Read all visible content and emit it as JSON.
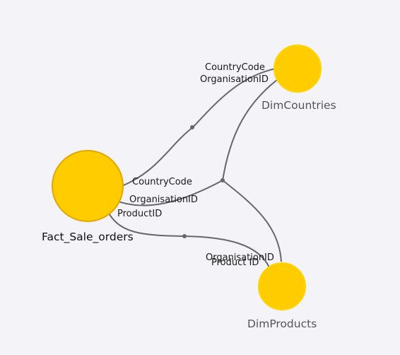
{
  "nodes": {
    "fact": {
      "label": "Fact_Sale_orders"
    },
    "countries": {
      "label": "DimCountries"
    },
    "products": {
      "label": "DimProducts"
    }
  },
  "edges": {
    "fact_countries": {
      "fact_end_label": "CountryCode",
      "dim_end_labels": [
        "CountryCode",
        "OrganisationID"
      ]
    },
    "fact_junction": {
      "label": "OrganisationID"
    },
    "fact_products": {
      "fact_end_label": "ProductID",
      "dim_end_labels": [
        "OrganisationID",
        "Product ID"
      ]
    }
  },
  "colors": {
    "background": "#f3f3f8",
    "node_fill": "#ffcc00",
    "node_stroke": "#e0a800",
    "edge": "#66666e"
  }
}
